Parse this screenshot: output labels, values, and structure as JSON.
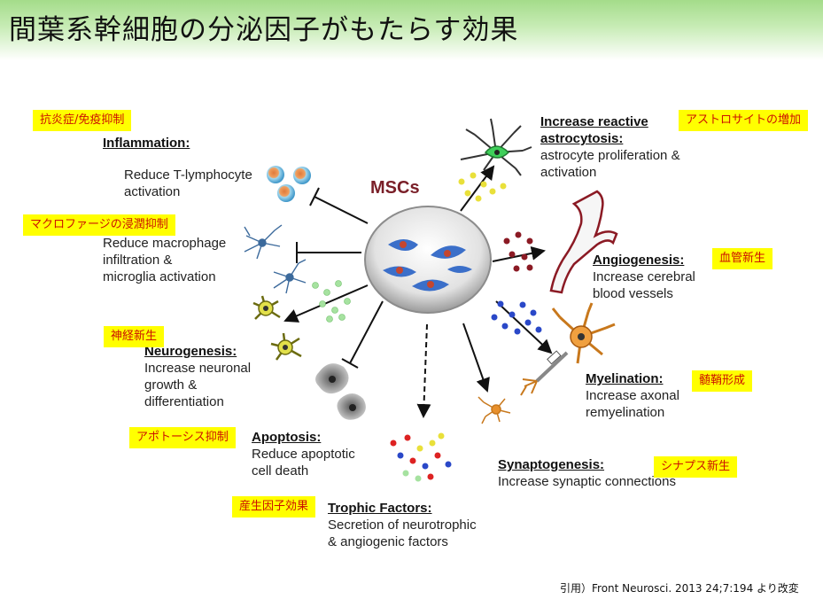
{
  "title": "間葉系幹細胞の分泌因子がもたらす効果",
  "center": "MSCs",
  "effects": {
    "inflammation": {
      "heading": "Inflammation:",
      "text": "Reduce T-lymphocyte\nactivation",
      "jp": "抗炎症/免疫抑制"
    },
    "macrophage": {
      "text": "Reduce macrophage\ninfiltration &\nmicroglia activation",
      "jp": "マクロファージの浸潤抑制"
    },
    "neurogenesis": {
      "heading": "Neurogenesis:",
      "text": "Increase neuronal\ngrowth &\ndifferentiation",
      "jp": "神経新生"
    },
    "apoptosis": {
      "heading": "Apoptosis:",
      "text": "Reduce apoptotic\ncell death",
      "jp": "アポトーシス抑制"
    },
    "trophic": {
      "heading": "Trophic Factors:",
      "text": "Secretion of neurotrophic\n& angiogenic factors",
      "jp": "産生因子効果"
    },
    "synaptogenesis": {
      "heading": "Synaptogenesis:",
      "text": "Increase synaptic connections",
      "jp": "シナプス新生"
    },
    "myelination": {
      "heading": "Myelination:",
      "text": "Increase axonal\nremyelination",
      "jp": "髄鞘形成"
    },
    "angiogenesis": {
      "heading": "Angiogenesis:",
      "text": "Increase cerebral\nblood vessels",
      "jp": "血管新生"
    },
    "astrocytosis": {
      "heading": "Increase reactive\nastrocytosis:",
      "text": "astrocyte proliferation &\nactivation",
      "jp": "アストロサイトの増加"
    }
  },
  "citation": "引用）Front Neurosci. 2013 24;7:194 より改変",
  "colors": {
    "title_gradient": "#a4dc8a",
    "highlight": "#ffff00",
    "highlight_text": "#cc1100",
    "mscs_text": "#7a1f28",
    "cell_blue": "#3b6fc9",
    "vessel": "#8b1a24"
  },
  "icons": [
    "t-lymphocyte-icon",
    "microglia-icon",
    "neuron-icon",
    "apoptotic-cell-icon",
    "trophic-factor-dots-icon",
    "synapse-neuron-icon",
    "oligodendrocyte-icon",
    "blood-vessel-icon",
    "astrocyte-icon"
  ]
}
